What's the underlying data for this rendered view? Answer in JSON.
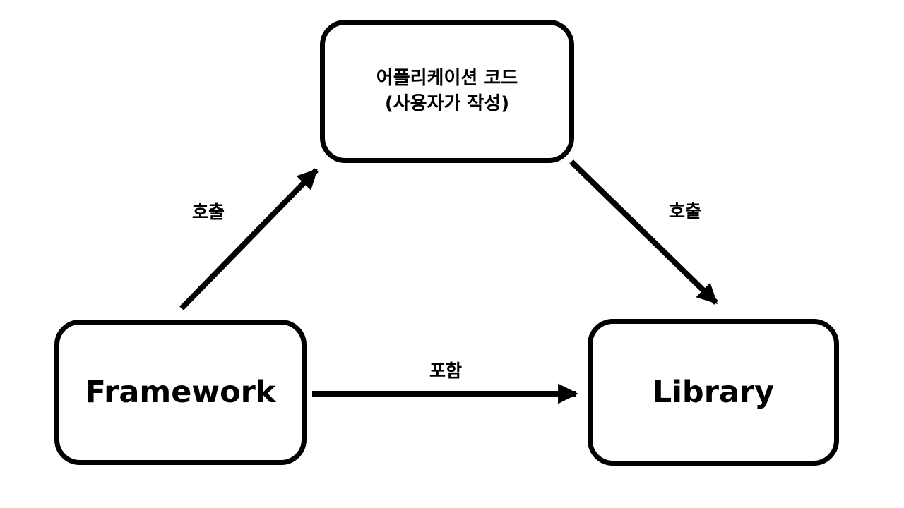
{
  "diagram": {
    "colors": {
      "background": "#ffffff",
      "stroke": "#000000",
      "text": "#000000"
    },
    "nodes": {
      "application_code": {
        "label_line1": "어플리케이션 코드",
        "label_line2": "(사용자가 작성)"
      },
      "framework": {
        "label": "Framework"
      },
      "library": {
        "label": "Library"
      }
    },
    "edges": {
      "framework_to_app": {
        "label": "호출",
        "direction": "framework → application code"
      },
      "app_to_library": {
        "label": "호출",
        "direction": "application code → library"
      },
      "framework_to_library": {
        "label": "포함",
        "direction": "framework → library"
      }
    }
  }
}
